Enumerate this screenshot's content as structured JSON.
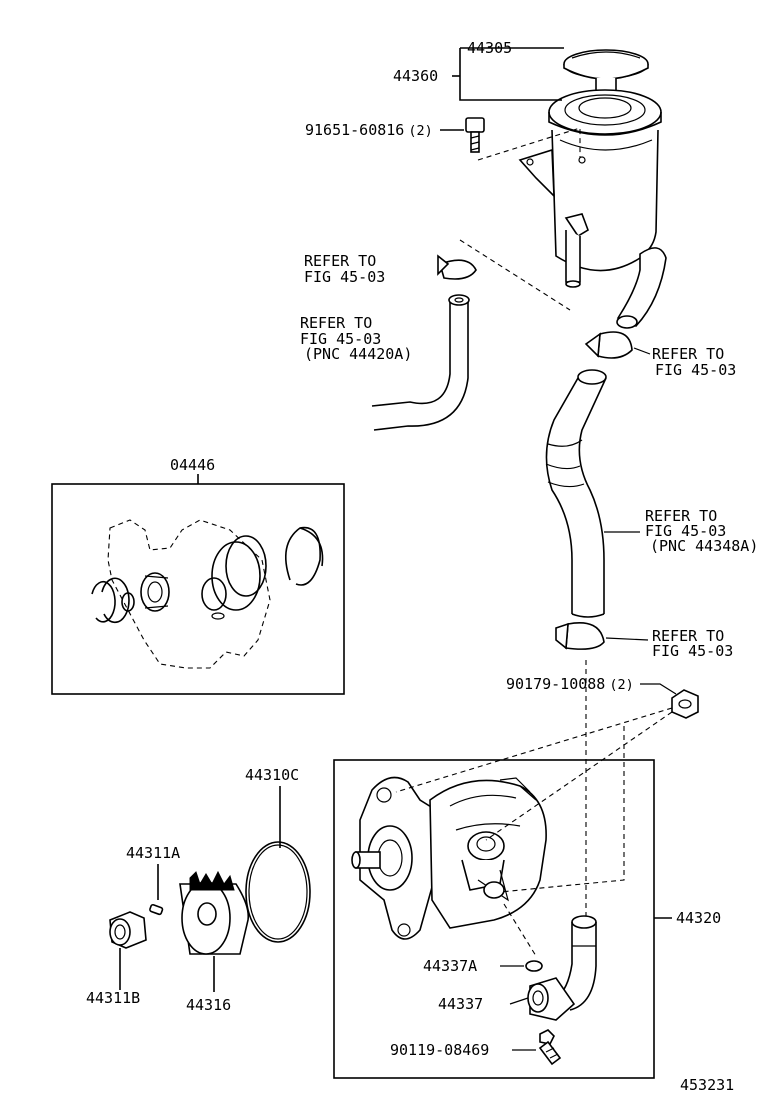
{
  "parts": {
    "cap": "44305",
    "reservoir": "44360",
    "reservoir_bolt": "91651-60816",
    "reservoir_bolt_qty": "(2)",
    "gasket_kit": "04446",
    "cover_gasket": "44310C",
    "pin": "44311A",
    "bushing": "44311B",
    "cam_ring": "44316",
    "pump_assy": "44320",
    "union_oring": "44337A",
    "union": "44337",
    "union_bolt": "90119-08469",
    "pump_nut": "90179-10088",
    "pump_nut_qty": "(2)"
  },
  "references": {
    "clamp_upper_left": [
      "REFER TO",
      "FIG 45-03"
    ],
    "hose_left": [
      "REFER TO",
      "FIG 45-03",
      "(PNC 44420A)"
    ],
    "clamp_right_upper": [
      "REFER TO",
      "FIG 45-03"
    ],
    "hose_right": [
      "REFER TO",
      "FIG 45-03",
      "(PNC 44348A)"
    ],
    "clamp_right_lower": [
      "REFER TO",
      "FIG 45-03"
    ]
  },
  "figure_number": "453231"
}
